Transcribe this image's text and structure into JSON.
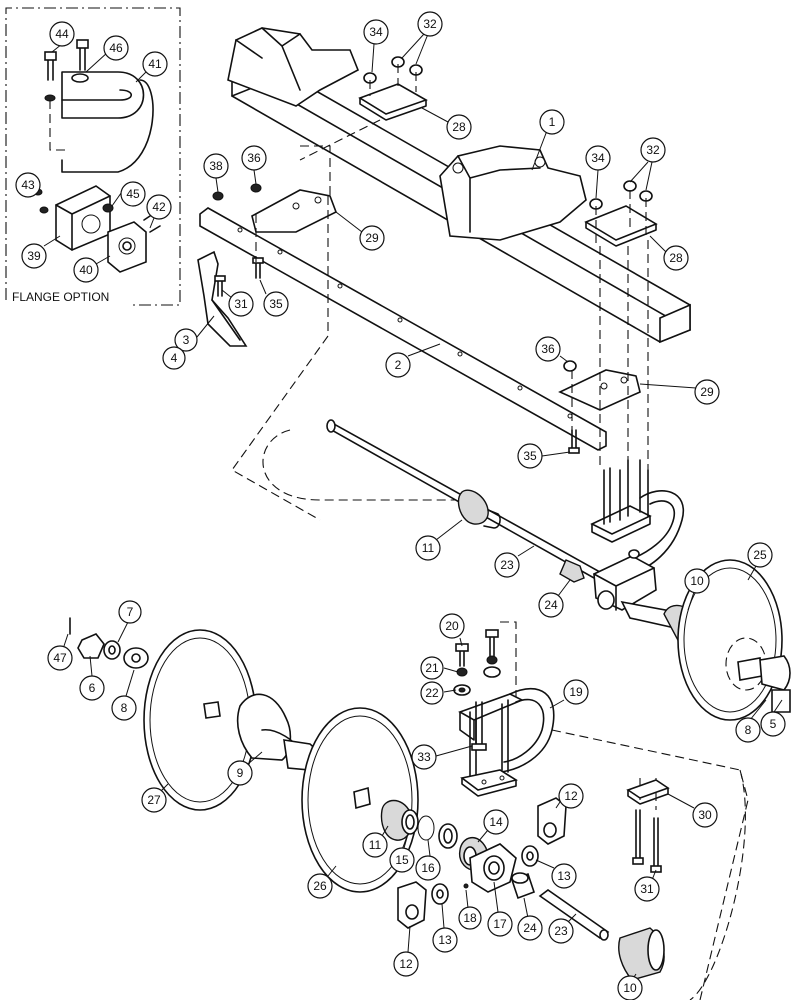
{
  "flange_option_label": "FLANGE OPTION",
  "callouts": [
    "1",
    "2",
    "3",
    "4",
    "5",
    "6",
    "7",
    "8",
    "9",
    "10",
    "10",
    "11",
    "11",
    "12",
    "12",
    "13",
    "13",
    "14",
    "15",
    "16",
    "17",
    "18",
    "19",
    "20",
    "21",
    "22",
    "23",
    "23",
    "24",
    "24",
    "25",
    "26",
    "27",
    "28",
    "28",
    "29",
    "29",
    "30",
    "31",
    "31",
    "32",
    "32",
    "33",
    "34",
    "34",
    "35",
    "35",
    "36",
    "36",
    "38",
    "39",
    "40",
    "41",
    "42",
    "43",
    "44",
    "45",
    "46",
    "47",
    "8"
  ]
}
